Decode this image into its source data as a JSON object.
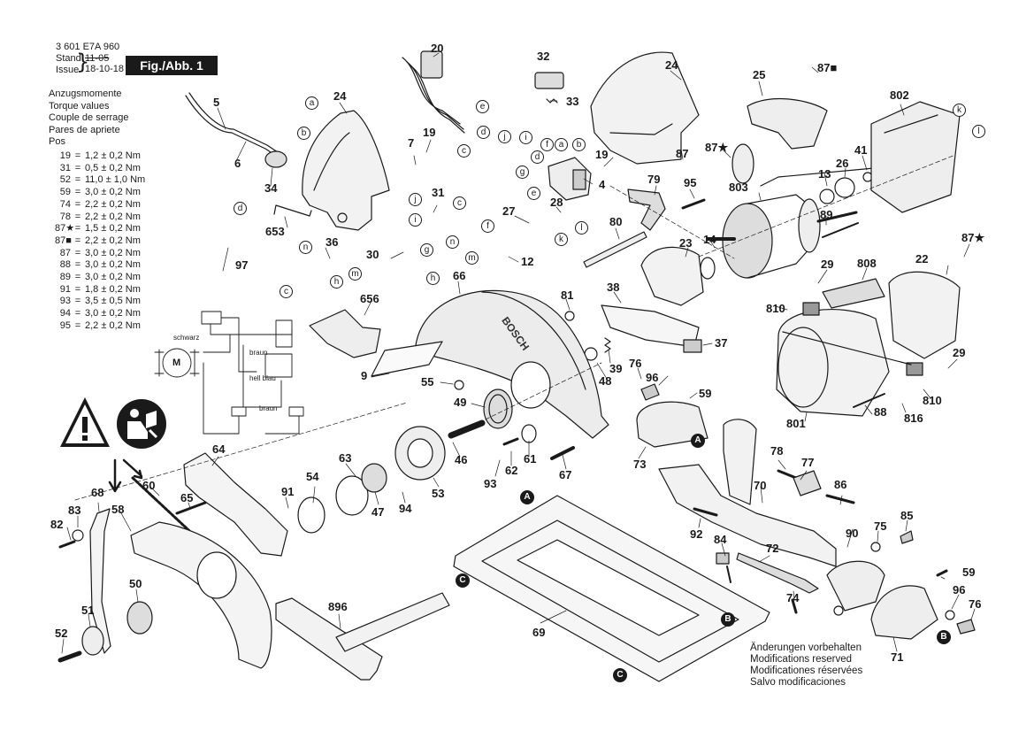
{
  "header": {
    "part_number": "3 601 E7A 960",
    "stand_label": "Stand",
    "issue_label": "Issue",
    "stand_value_struck": "11-05",
    "issue_value": "18-10-18",
    "figure_label": "Fig./Abb. 1"
  },
  "torque": {
    "headings": [
      "Anzugsmomente",
      "Torque values",
      "Couple de serrage",
      "Pares de apriete",
      "Pos"
    ],
    "rows": [
      {
        "pos": "19",
        "sep": "=",
        "value": "1,2 ± 0,2 Nm"
      },
      {
        "pos": "31",
        "sep": "=",
        "value": "0,5 ± 0,2 Nm"
      },
      {
        "pos": "52",
        "sep": "=",
        "value": "11,0 ± 1,0 Nm"
      },
      {
        "pos": "59",
        "sep": "=",
        "value": "3,0 ± 0,2 Nm"
      },
      {
        "pos": "74",
        "sep": "=",
        "value": "2,2 ± 0,2 Nm"
      },
      {
        "pos": "78",
        "sep": "=",
        "value": "2,2 ± 0,2 Nm"
      },
      {
        "pos": "87★",
        "sep": "=",
        "value": "1,5 ± 0,2 Nm"
      },
      {
        "pos": "87■",
        "sep": "=",
        "value": "2,2 ± 0,2 Nm"
      },
      {
        "pos": "87",
        "sep": "=",
        "value": "3,0 ± 0,2 Nm"
      },
      {
        "pos": "88",
        "sep": "=",
        "value": "3,0 ± 0,2 Nm"
      },
      {
        "pos": "89",
        "sep": "=",
        "value": "3,0 ± 0,2 Nm"
      },
      {
        "pos": "91",
        "sep": "=",
        "value": "1,8 ± 0,2 Nm"
      },
      {
        "pos": "93",
        "sep": "=",
        "value": "3,5 ± 0,5 Nm"
      },
      {
        "pos": "94",
        "sep": "=",
        "value": "3,0 ± 0,2 Nm"
      },
      {
        "pos": "95",
        "sep": "=",
        "value": "2,2 ± 0,2 Nm"
      }
    ]
  },
  "wiring": {
    "wire_schwarz": "schwarz",
    "wire_braun_1": "braun",
    "wire_hellblau": "hell blau",
    "wire_braun_2": "braun",
    "motor_symbol": "M"
  },
  "product_label": "BOSCH",
  "notes": [
    "Änderungen vorbehalten",
    "Modifications reserved",
    "Modificationes réservées",
    "Salvo modificaciones"
  ],
  "part_labels": [
    {
      "id": "lbl-5",
      "text": "5"
    },
    {
      "id": "lbl-6",
      "text": "6"
    },
    {
      "id": "lbl-34",
      "text": "34"
    },
    {
      "id": "lbl-24a",
      "text": "24"
    },
    {
      "id": "lbl-20",
      "text": "20"
    },
    {
      "id": "lbl-7",
      "text": "7"
    },
    {
      "id": "lbl-19a",
      "text": "19"
    },
    {
      "id": "lbl-653",
      "text": "653"
    },
    {
      "id": "lbl-36",
      "text": "36"
    },
    {
      "id": "lbl-31",
      "text": "31"
    },
    {
      "id": "lbl-97",
      "text": "97"
    },
    {
      "id": "lbl-30",
      "text": "30"
    },
    {
      "id": "lbl-27",
      "text": "27"
    },
    {
      "id": "lbl-28",
      "text": "28"
    },
    {
      "id": "lbl-32",
      "text": "32"
    },
    {
      "id": "lbl-33",
      "text": "33"
    },
    {
      "id": "lbl-24b",
      "text": "24"
    },
    {
      "id": "lbl-87a",
      "text": "87"
    },
    {
      "id": "lbl-19b",
      "text": "19"
    },
    {
      "id": "lbl-4",
      "text": "4"
    },
    {
      "id": "lbl-12",
      "text": "12"
    },
    {
      "id": "lbl-25",
      "text": "25"
    },
    {
      "id": "lbl-87sq",
      "text": "87■"
    },
    {
      "id": "lbl-87st",
      "text": "87★"
    },
    {
      "id": "lbl-79",
      "text": "79"
    },
    {
      "id": "lbl-95",
      "text": "95"
    },
    {
      "id": "lbl-80",
      "text": "80"
    },
    {
      "id": "lbl-803",
      "text": "803"
    },
    {
      "id": "lbl-13",
      "text": "13"
    },
    {
      "id": "lbl-26",
      "text": "26"
    },
    {
      "id": "lbl-41",
      "text": "41"
    },
    {
      "id": "lbl-802",
      "text": "802"
    },
    {
      "id": "lbl-89",
      "text": "89"
    },
    {
      "id": "lbl-14",
      "text": "14"
    },
    {
      "id": "lbl-23",
      "text": "23"
    },
    {
      "id": "lbl-87st2",
      "text": "87★"
    },
    {
      "id": "lbl-22",
      "text": "22"
    },
    {
      "id": "lbl-29a",
      "text": "29"
    },
    {
      "id": "lbl-808",
      "text": "808"
    },
    {
      "id": "lbl-810a",
      "text": "810"
    },
    {
      "id": "lbl-656",
      "text": "656"
    },
    {
      "id": "lbl-66",
      "text": "66"
    },
    {
      "id": "lbl-38",
      "text": "38"
    },
    {
      "id": "lbl-81",
      "text": "81"
    },
    {
      "id": "lbl-37",
      "text": "37"
    },
    {
      "id": "lbl-9",
      "text": "9"
    },
    {
      "id": "lbl-55",
      "text": "55"
    },
    {
      "id": "lbl-49",
      "text": "49"
    },
    {
      "id": "lbl-39",
      "text": "39"
    },
    {
      "id": "lbl-48",
      "text": "48"
    },
    {
      "id": "lbl-76a",
      "text": "76"
    },
    {
      "id": "lbl-96a",
      "text": "96"
    },
    {
      "id": "lbl-59a",
      "text": "59"
    },
    {
      "id": "lbl-29b",
      "text": "29"
    },
    {
      "id": "lbl-810b",
      "text": "810"
    },
    {
      "id": "lbl-88",
      "text": "88"
    },
    {
      "id": "lbl-801",
      "text": "801"
    },
    {
      "id": "lbl-816",
      "text": "816"
    },
    {
      "id": "lbl-64",
      "text": "64"
    },
    {
      "id": "lbl-63",
      "text": "63"
    },
    {
      "id": "lbl-46",
      "text": "46"
    },
    {
      "id": "lbl-62",
      "text": "62"
    },
    {
      "id": "lbl-61",
      "text": "61"
    },
    {
      "id": "lbl-67",
      "text": "67"
    },
    {
      "id": "lbl-73",
      "text": "73"
    },
    {
      "id": "lbl-78",
      "text": "78"
    },
    {
      "id": "lbl-77",
      "text": "77"
    },
    {
      "id": "lbl-68",
      "text": "68"
    },
    {
      "id": "lbl-60",
      "text": "60"
    },
    {
      "id": "lbl-65",
      "text": "65"
    },
    {
      "id": "lbl-91",
      "text": "91"
    },
    {
      "id": "lbl-54",
      "text": "54"
    },
    {
      "id": "lbl-47",
      "text": "47"
    },
    {
      "id": "lbl-94",
      "text": "94"
    },
    {
      "id": "lbl-53",
      "text": "53"
    },
    {
      "id": "lbl-93",
      "text": "93"
    },
    {
      "id": "lbl-70",
      "text": "70"
    },
    {
      "id": "lbl-86",
      "text": "86"
    },
    {
      "id": "lbl-83",
      "text": "83"
    },
    {
      "id": "lbl-58",
      "text": "58"
    },
    {
      "id": "lbl-82",
      "text": "82"
    },
    {
      "id": "lbl-92",
      "text": "92"
    },
    {
      "id": "lbl-84",
      "text": "84"
    },
    {
      "id": "lbl-72",
      "text": "72"
    },
    {
      "id": "lbl-75",
      "text": "75"
    },
    {
      "id": "lbl-85",
      "text": "85"
    },
    {
      "id": "lbl-90",
      "text": "90"
    },
    {
      "id": "lbl-50",
      "text": "50"
    },
    {
      "id": "lbl-51",
      "text": "51"
    },
    {
      "id": "lbl-52",
      "text": "52"
    },
    {
      "id": "lbl-896",
      "text": "896"
    },
    {
      "id": "lbl-69",
      "text": "69"
    },
    {
      "id": "lbl-74",
      "text": "74"
    },
    {
      "id": "lbl-59b",
      "text": "59"
    },
    {
      "id": "lbl-96b",
      "text": "96"
    },
    {
      "id": "lbl-76b",
      "text": "76"
    },
    {
      "id": "lbl-71",
      "text": "71"
    }
  ],
  "connector_letters": {
    "a": "a",
    "b": "b",
    "c": "c",
    "d": "d",
    "e": "e",
    "f": "f",
    "g": "g",
    "h": "h",
    "i": "i",
    "j": "j",
    "k": "k",
    "l": "l",
    "m": "m",
    "n": "n"
  },
  "reference_marks": {
    "A": "A",
    "B": "B",
    "C": "C"
  }
}
